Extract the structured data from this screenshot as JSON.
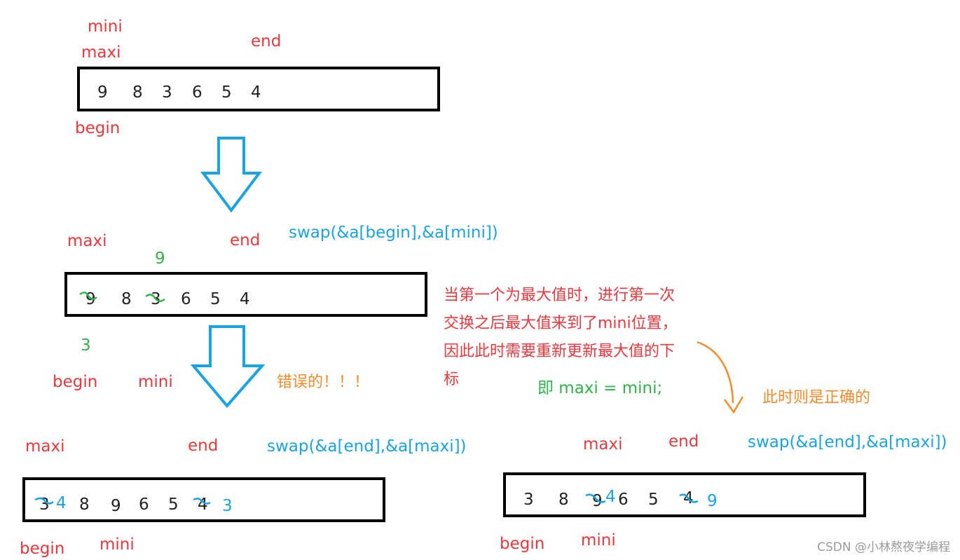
{
  "labels": {
    "mini": "mini",
    "maxi": "maxi",
    "end": "end",
    "begin": "begin"
  },
  "row1": {
    "values": [
      "9",
      "8",
      "3",
      "6",
      "5",
      "4"
    ]
  },
  "row2": {
    "swap": "swap(&a[begin],&a[mini])",
    "values": [
      "9",
      "8",
      "3",
      "6",
      "5",
      "4"
    ],
    "note_above": "9",
    "note_below": "3"
  },
  "wrong_label": "错误的！！！",
  "explanation": "当第一个为最大值时，进行第一次交换之后最大值来到了mini位置，因此此时需要重新更新最大值的下标",
  "fix_code": "即 maxi = mini;",
  "correct_label": "此时则是正确的",
  "row3": {
    "swap": "swap(&a[end],&a[maxi])",
    "values": [
      "3",
      "8",
      "9",
      "6",
      "5",
      "4"
    ],
    "replace_first": "4",
    "replace_last": "3"
  },
  "row4": {
    "swap": "swap(&a[end],&a[maxi])",
    "values": [
      "3",
      "8",
      "9",
      "6",
      "5",
      "4"
    ],
    "replace_mid": "4",
    "replace_last": "9"
  },
  "watermark": "CSDN @小林熬夜学编程",
  "colors": {
    "label_red": "#e8383d",
    "code_blue": "#1aa3e0",
    "note_green": "#2fb34a",
    "remark_orange": "#f58a2a",
    "arrow_blue": "#1aa3e0",
    "box_border": "#000000"
  }
}
